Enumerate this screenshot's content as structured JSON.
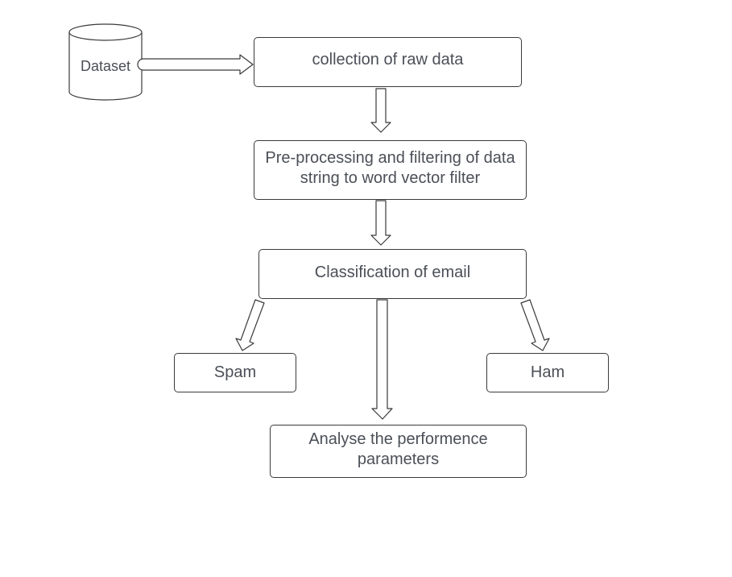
{
  "diagram": {
    "dataset": "Dataset",
    "collection": "collection of raw data",
    "preprocessing": {
      "line1": "Pre-processing and filtering of data",
      "line2": "string to word vector filter"
    },
    "classification": "Classification of email",
    "spam": "Spam",
    "ham": "Ham",
    "analyse": {
      "line1": "Analyse the performence",
      "line2": "parameters"
    }
  },
  "colors": {
    "stroke": "#3a3a3a",
    "text": "#4b4f57",
    "background": "#ffffff"
  }
}
